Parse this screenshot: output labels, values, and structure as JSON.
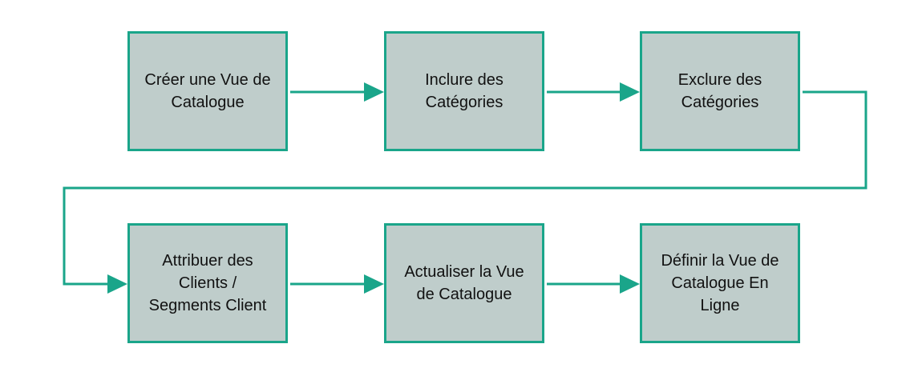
{
  "diagram": {
    "accent_color": "#1aa58a",
    "box_fill": "#bfcdcb",
    "steps": [
      {
        "id": "step-1",
        "label": "Créer une Vue de Catalogue"
      },
      {
        "id": "step-2",
        "label": "Inclure des Catégories"
      },
      {
        "id": "step-3",
        "label": "Exclure des Catégories"
      },
      {
        "id": "step-4",
        "label": "Attribuer des Clients / Segments Client"
      },
      {
        "id": "step-5",
        "label": "Actualiser la Vue de Catalogue"
      },
      {
        "id": "step-6",
        "label": "Définir la Vue de Catalogue En Ligne"
      }
    ],
    "connections": [
      {
        "from": "step-1",
        "to": "step-2"
      },
      {
        "from": "step-2",
        "to": "step-3"
      },
      {
        "from": "step-3",
        "to": "step-4"
      },
      {
        "from": "step-4",
        "to": "step-5"
      },
      {
        "from": "step-5",
        "to": "step-6"
      }
    ]
  }
}
